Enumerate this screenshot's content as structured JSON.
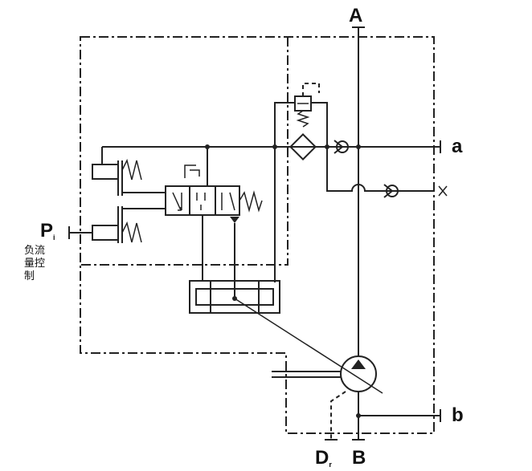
{
  "ports": {
    "A": "A",
    "B": "B",
    "a": "a",
    "b": "b",
    "P": {
      "main": "P",
      "sub": "i"
    },
    "D": {
      "main": "D",
      "sub": "r"
    }
  },
  "annotation": {
    "lines": [
      "负流",
      "量控",
      "制"
    ]
  }
}
